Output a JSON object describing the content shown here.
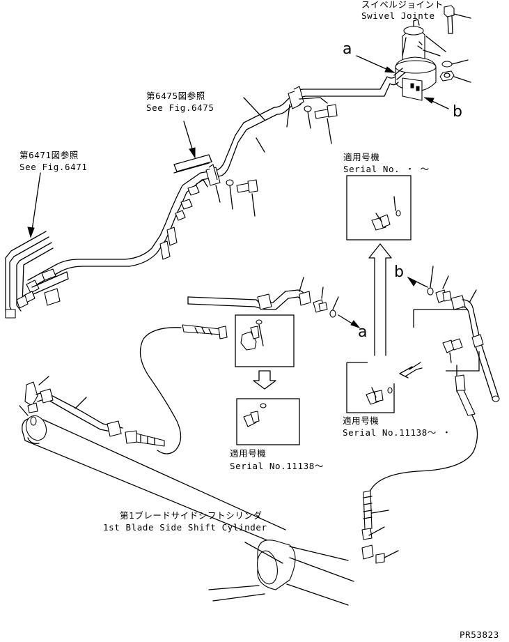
{
  "labels": {
    "swivel_jp": "スイベルジョイント",
    "swivel_en": "Swivel Jointe",
    "fig6475_jp": "第6475図参照",
    "fig6475_en": "See Fig.6475",
    "fig6471_jp": "第6471図参照",
    "fig6471_en": "See Fig.6471",
    "serial_top_jp": "適用号機",
    "serial_top_en": "Serial No.   ・ ～",
    "serial_mid_jp": "適用号機",
    "serial_mid_en": "Serial No.11138～",
    "serial_right_jp": "適用号機",
    "serial_right_en": "Serial No.11138～ ・",
    "cylinder_jp": "第1ブレードサイドシフトシリンダ",
    "cylinder_en": "1st Blade Side Shift Cylinder",
    "ref_a_top": "a",
    "ref_b_right": "b",
    "ref_a_mid": "a",
    "ref_b_mid": "b",
    "part_code": "PR53823"
  }
}
